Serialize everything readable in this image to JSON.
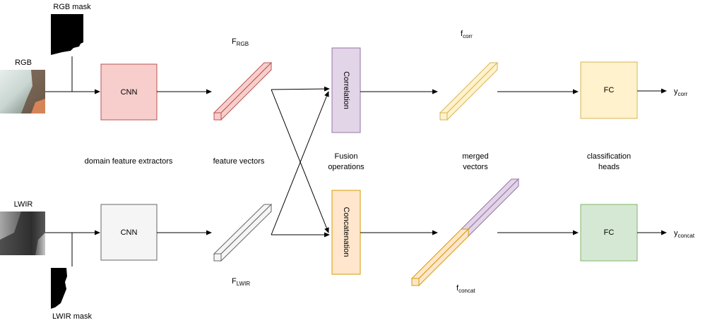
{
  "inputs": {
    "rgb_label": "RGB",
    "rgb_mask_label": "RGB mask",
    "lwir_label": "LWIR",
    "lwir_mask_label": "LWIR mask"
  },
  "cnn_top": "CNN",
  "cnn_bottom": "CNN",
  "feature_rgb": {
    "main": "F",
    "sub": "RGB"
  },
  "feature_lwir": {
    "main": "F",
    "sub": "LWIR"
  },
  "fusion": {
    "correlation": "Correlation",
    "concatenation": "Concatenation"
  },
  "merged": {
    "corr": {
      "main": "f",
      "sub": "corr"
    },
    "concat": {
      "main": "f",
      "sub": "concat"
    }
  },
  "fc_top": "FC",
  "fc_bottom": "FC",
  "outputs": {
    "corr": {
      "main": "y",
      "sub": "corr"
    },
    "concat": {
      "main": "y",
      "sub": "concat"
    }
  },
  "section_labels": {
    "extractors": "domain feature extractors",
    "features": "feature vectors",
    "fusion_line1": "Fusion",
    "fusion_line2": "operations",
    "merged_line1": "merged",
    "merged_line2": "vectors",
    "heads_line1": "classification",
    "heads_line2": "heads"
  },
  "colors": {
    "cnn_rgb_fill": "#f8cecc",
    "cnn_rgb_stroke": "#b85450",
    "cnn_lwir_fill": "#f5f5f5",
    "cnn_lwir_stroke": "#666666",
    "corr_fill": "#e1d5e7",
    "corr_stroke": "#9673a6",
    "concat_fill": "#ffe6cc",
    "concat_stroke": "#d79b00",
    "fc_top_fill": "#fff2cc",
    "fc_top_stroke": "#d6b656",
    "fc_bottom_fill": "#d5e8d4",
    "fc_bottom_stroke": "#82b366"
  }
}
